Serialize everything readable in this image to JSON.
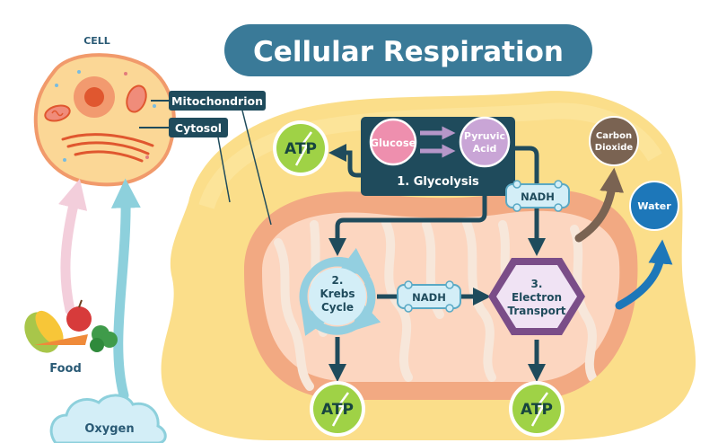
{
  "title": "Cellular Respiration",
  "cell": {
    "label": "CELL",
    "callouts": {
      "mitochondrion": "Mitochondrion",
      "cytosol": "Cytosol"
    }
  },
  "inputs": {
    "food": "Food",
    "oxygen": "Oxygen"
  },
  "glycolysis": {
    "glucose": "Glucose",
    "pyruvic_line1": "Pyruvic",
    "pyruvic_line2": "Acid",
    "label": "1. Glycolysis"
  },
  "krebs": {
    "line1": "2.",
    "line2": "Krebs",
    "line3": "Cycle"
  },
  "electron": {
    "line1": "3.",
    "line2": "Electron",
    "line3": "Transport"
  },
  "carriers": {
    "nadh_top": "NADH",
    "nadh_middle": "NADH"
  },
  "atp": {
    "glycolysis": "ATP",
    "krebs": "ATP",
    "electron": "ATP"
  },
  "outputs": {
    "co2_line1": "Carbon",
    "co2_line2": "Dioxide",
    "water": "Water"
  },
  "colors": {
    "title_bg": "#3a7a98",
    "cytosol": "#fbde8a",
    "mito_outer": "#f2a982",
    "mito_inner": "#fcd6c0",
    "crista": "#f7e7da",
    "navy": "#1f4b5c",
    "atp_green": "#9fd246",
    "atp_text": "#17453f",
    "glucose": "#ee8fae",
    "pyruvic": "#c9a5d6",
    "krebs_arrows": "#93cfe0",
    "hexagon": "#7a4d88",
    "co2": "#7a6352",
    "water": "#1d77b9",
    "cloud": "#d3eef7",
    "oxygen_arrow": "#8dd0dc",
    "food_arrow": "#f3cedb"
  }
}
